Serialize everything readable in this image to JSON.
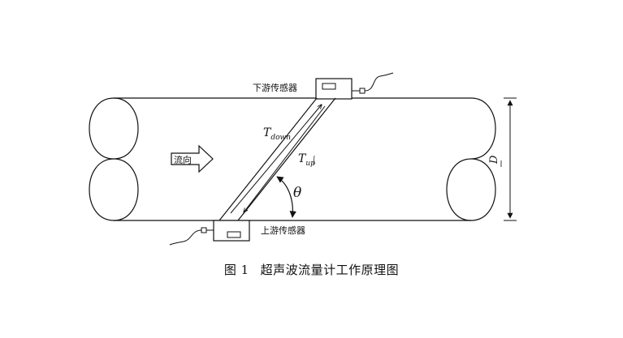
{
  "labels": {
    "downstream_sensor": "下游传感器",
    "upstream_sensor": "上游传感器",
    "flow_direction": "流向",
    "t_down_main": "T",
    "t_down_sub": "down",
    "t_up_main": "T",
    "t_up_sub": "up",
    "theta": "θ",
    "diameter": "D"
  },
  "caption": {
    "figure_number": "图 1",
    "title": "超声波流量计工作原理图"
  }
}
